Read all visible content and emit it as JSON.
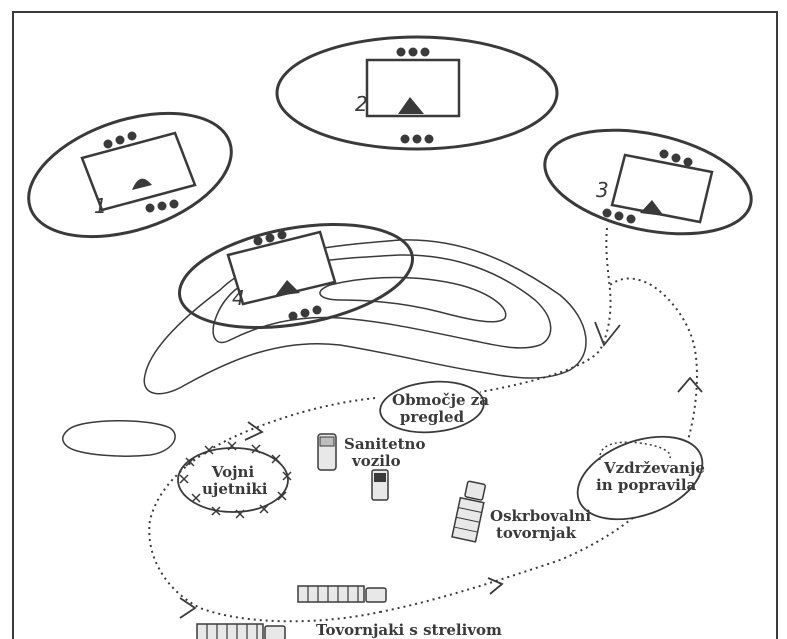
{
  "positions": {
    "p1": "1",
    "p2": "2",
    "p3": "3",
    "p4": "4"
  },
  "labels": {
    "inspection_area_line1": "Območje za",
    "inspection_area_line2": "pregled",
    "ambulance_line1": "Sanitetno",
    "ambulance_line2": "vozilo",
    "pows_line1": "Vojni",
    "pows_line2": "ujetniki",
    "maintenance_line1": "Vzdrževanje",
    "maintenance_line2": "in popravila",
    "supply_truck_line1": "Oskrbovalni",
    "supply_truck_line2": "tovornjak",
    "ammo_trucks": "Tovornjaki s strelivom"
  },
  "colors": {
    "ink": "#3a3a3a",
    "paper": "#ffffff",
    "vehicle_fill": "#e8e8e8"
  }
}
